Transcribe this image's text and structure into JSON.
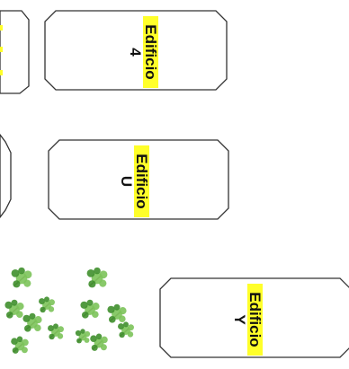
{
  "map": {
    "buildings": [
      {
        "id": "b4",
        "name": "Edificio",
        "code": "4"
      },
      {
        "id": "bu",
        "name": "Edificio",
        "code": "U"
      },
      {
        "id": "by",
        "name": "Edificio",
        "code": "Y"
      }
    ],
    "colors": {
      "outline": "#333333",
      "highlight": "#ffff2a",
      "foliage": "#3f8f2c",
      "foliage_light": "#7cc35a",
      "trunk": "#7a6a55"
    },
    "icons": [
      "tree-cluster-icon",
      "tree-cluster-icon"
    ]
  }
}
